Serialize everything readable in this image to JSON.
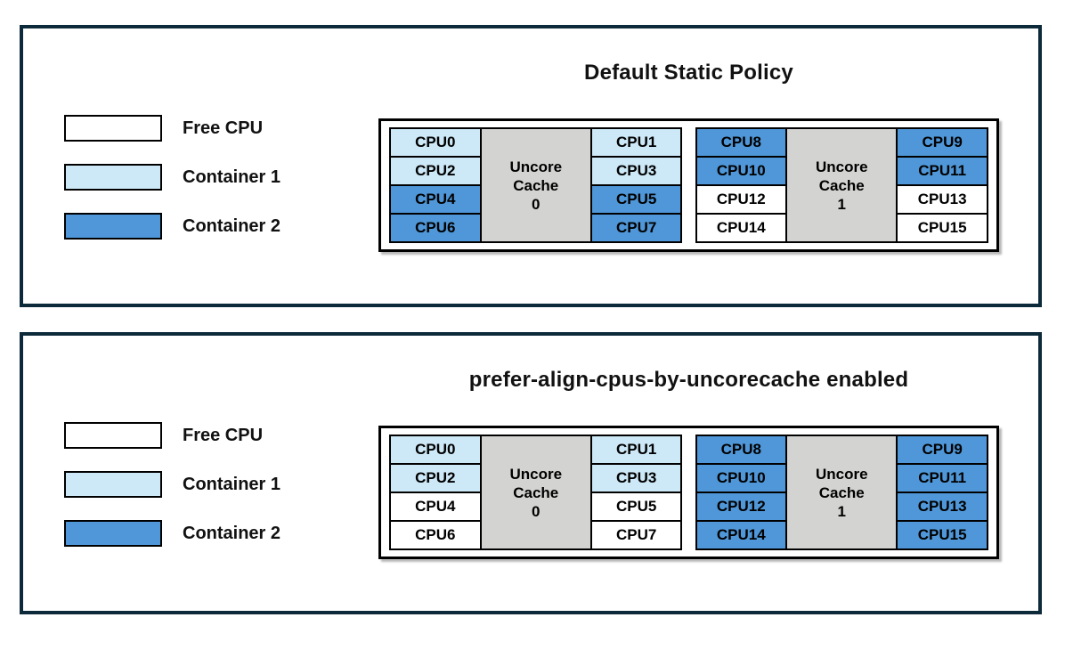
{
  "colors": {
    "free_cpu": "#ffffff",
    "container_1": "#cde8f6",
    "container_2": "#4f97d8",
    "uncore_cache_bg": "#d3d3d1",
    "panel_border": "#0d2a3a",
    "cell_border": "#000000"
  },
  "legend_items": [
    {
      "label": "Free CPU",
      "state": "free_cpu"
    },
    {
      "label": "Container 1",
      "state": "container_1"
    },
    {
      "label": "Container 2",
      "state": "container_2"
    }
  ],
  "panels": [
    {
      "title": "Default Static Policy",
      "cache_groups": [
        {
          "cache_label_lines": [
            "Uncore",
            "Cache",
            "0"
          ],
          "left_cpus": [
            {
              "label": "CPU0",
              "state": "container_1"
            },
            {
              "label": "CPU2",
              "state": "container_1"
            },
            {
              "label": "CPU4",
              "state": "container_2"
            },
            {
              "label": "CPU6",
              "state": "container_2"
            }
          ],
          "right_cpus": [
            {
              "label": "CPU1",
              "state": "container_1"
            },
            {
              "label": "CPU3",
              "state": "container_1"
            },
            {
              "label": "CPU5",
              "state": "container_2"
            },
            {
              "label": "CPU7",
              "state": "container_2"
            }
          ]
        },
        {
          "cache_label_lines": [
            "Uncore",
            "Cache",
            "1"
          ],
          "left_cpus": [
            {
              "label": "CPU8",
              "state": "container_2"
            },
            {
              "label": "CPU10",
              "state": "container_2"
            },
            {
              "label": "CPU12",
              "state": "free_cpu"
            },
            {
              "label": "CPU14",
              "state": "free_cpu"
            }
          ],
          "right_cpus": [
            {
              "label": "CPU9",
              "state": "container_2"
            },
            {
              "label": "CPU11",
              "state": "container_2"
            },
            {
              "label": "CPU13",
              "state": "free_cpu"
            },
            {
              "label": "CPU15",
              "state": "free_cpu"
            }
          ]
        }
      ]
    },
    {
      "title": "prefer-align-cpus-by-uncorecache enabled",
      "cache_groups": [
        {
          "cache_label_lines": [
            "Uncore",
            "Cache",
            "0"
          ],
          "left_cpus": [
            {
              "label": "CPU0",
              "state": "container_1"
            },
            {
              "label": "CPU2",
              "state": "container_1"
            },
            {
              "label": "CPU4",
              "state": "free_cpu"
            },
            {
              "label": "CPU6",
              "state": "free_cpu"
            }
          ],
          "right_cpus": [
            {
              "label": "CPU1",
              "state": "container_1"
            },
            {
              "label": "CPU3",
              "state": "container_1"
            },
            {
              "label": "CPU5",
              "state": "free_cpu"
            },
            {
              "label": "CPU7",
              "state": "free_cpu"
            }
          ]
        },
        {
          "cache_label_lines": [
            "Uncore",
            "Cache",
            "1"
          ],
          "left_cpus": [
            {
              "label": "CPU8",
              "state": "container_2"
            },
            {
              "label": "CPU10",
              "state": "container_2"
            },
            {
              "label": "CPU12",
              "state": "container_2"
            },
            {
              "label": "CPU14",
              "state": "container_2"
            }
          ],
          "right_cpus": [
            {
              "label": "CPU9",
              "state": "container_2"
            },
            {
              "label": "CPU11",
              "state": "container_2"
            },
            {
              "label": "CPU13",
              "state": "container_2"
            },
            {
              "label": "CPU15",
              "state": "container_2"
            }
          ]
        }
      ]
    }
  ]
}
